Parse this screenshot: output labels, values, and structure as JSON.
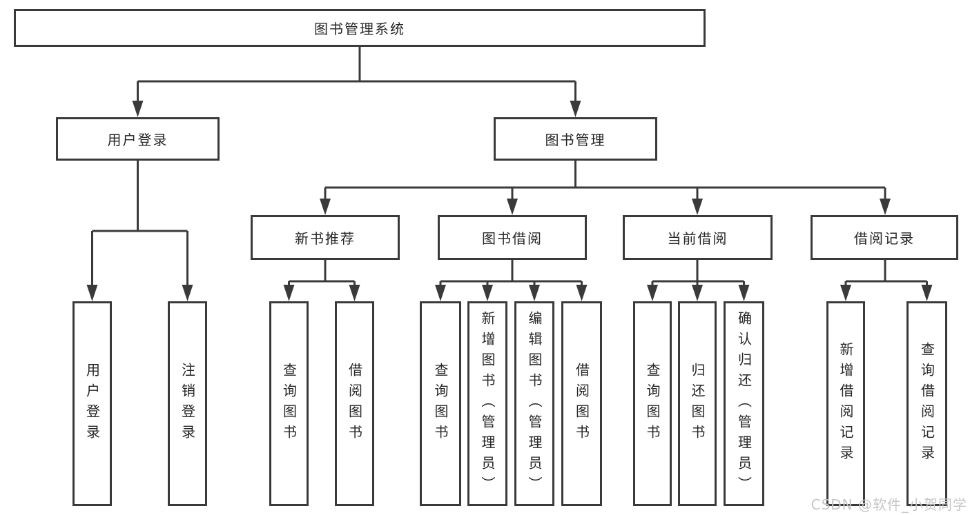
{
  "title": {
    "root_label": "图书管理系统"
  },
  "level2": [
    {
      "label": "用户登录"
    },
    {
      "label": "图书管理"
    }
  ],
  "level3": [
    {
      "label": "新书推荐"
    },
    {
      "label": "图书借阅"
    },
    {
      "label": "当前借阅"
    },
    {
      "label": "借阅记录"
    }
  ],
  "leaves": [
    {
      "label": "用户登录"
    },
    {
      "label": "注销登录"
    },
    {
      "label": "查询图书"
    },
    {
      "label": "借阅图书"
    },
    {
      "label": "查询图书"
    },
    {
      "label": "新增图书（管理员）"
    },
    {
      "label": "编辑图书（管理员）"
    },
    {
      "label": "借阅图书"
    },
    {
      "label": "查询图书"
    },
    {
      "label": "归还图书"
    },
    {
      "label": "确认归还（管理员）"
    },
    {
      "label": "新增借阅记录"
    },
    {
      "label": "查询借阅记录"
    }
  ],
  "watermark": "CSDN @软件_小贺同学",
  "colors": {
    "line": "#3a3a3a",
    "text": "#262626",
    "watermark": "#c6c6c6",
    "background": "#ffffff"
  }
}
